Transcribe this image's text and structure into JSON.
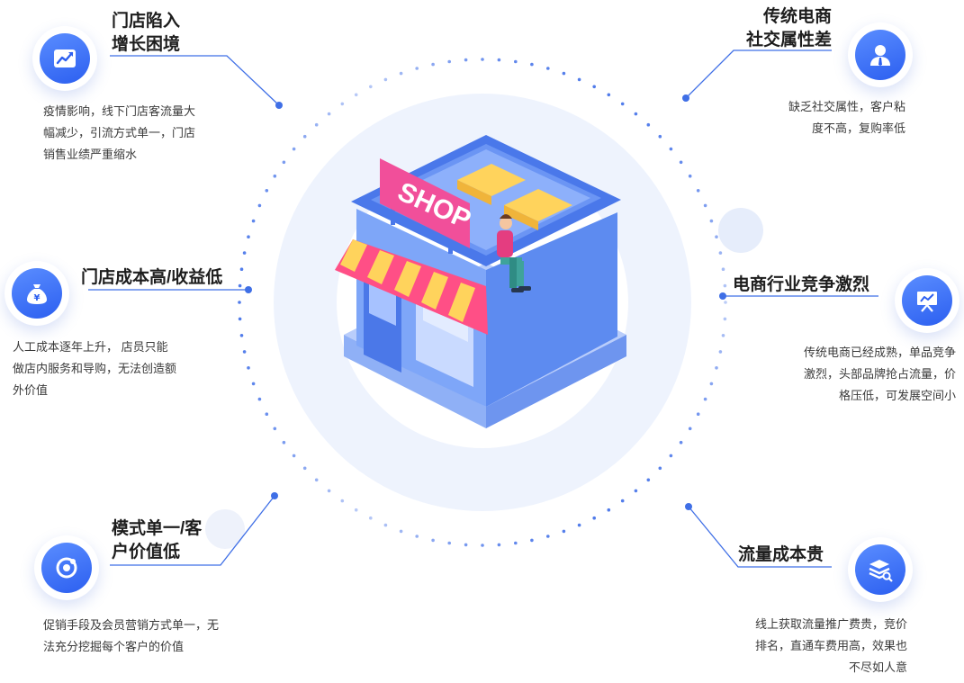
{
  "center": {
    "sign_text": "SHOP"
  },
  "items": [
    {
      "id": "tl",
      "title": [
        "门店陷入",
        "增长困境"
      ],
      "desc": [
        "疫情影响，线下门店客流量大",
        "幅减少，引流方式单一，门店",
        "销售业绩严重缩水"
      ],
      "icon": "trend-up-icon"
    },
    {
      "id": "ml",
      "title": [
        "门店成本高/收益低"
      ],
      "desc": [
        "人工成本逐年上升， 店员只能",
        "做店内服务和导购，无法创造额",
        "外价值"
      ],
      "icon": "money-bag-icon"
    },
    {
      "id": "bl",
      "title": [
        "模式单一/客",
        "户价值低"
      ],
      "desc": [
        "促销手段及会员营销方式单一，无",
        "法充分挖掘每个客户的价值"
      ],
      "icon": "target-icon"
    },
    {
      "id": "tr",
      "title": [
        "传统电商",
        "社交属性差"
      ],
      "desc": [
        "缺乏社交属性，客户粘",
        "度不高，复购率低"
      ],
      "icon": "user-icon"
    },
    {
      "id": "mr",
      "title": [
        "电商行业竞争激烈"
      ],
      "desc": [
        "传统电商已经成熟，单品竞争",
        "激烈，头部品牌抢占流量，价",
        "格压低，可发展空间小"
      ],
      "icon": "chart-board-icon"
    },
    {
      "id": "br",
      "title": [
        "流量成本贵"
      ],
      "desc": [
        "线上获取流量推广费贵，竞价",
        "排名，直通车费用高，效果也",
        "不尽如人意"
      ],
      "icon": "layers-search-icon"
    }
  ],
  "colors": {
    "accent": "#2c5ff0",
    "accent_light": "#5a8dff",
    "line": "#3f6fe6",
    "dot": "#3d6de8"
  }
}
